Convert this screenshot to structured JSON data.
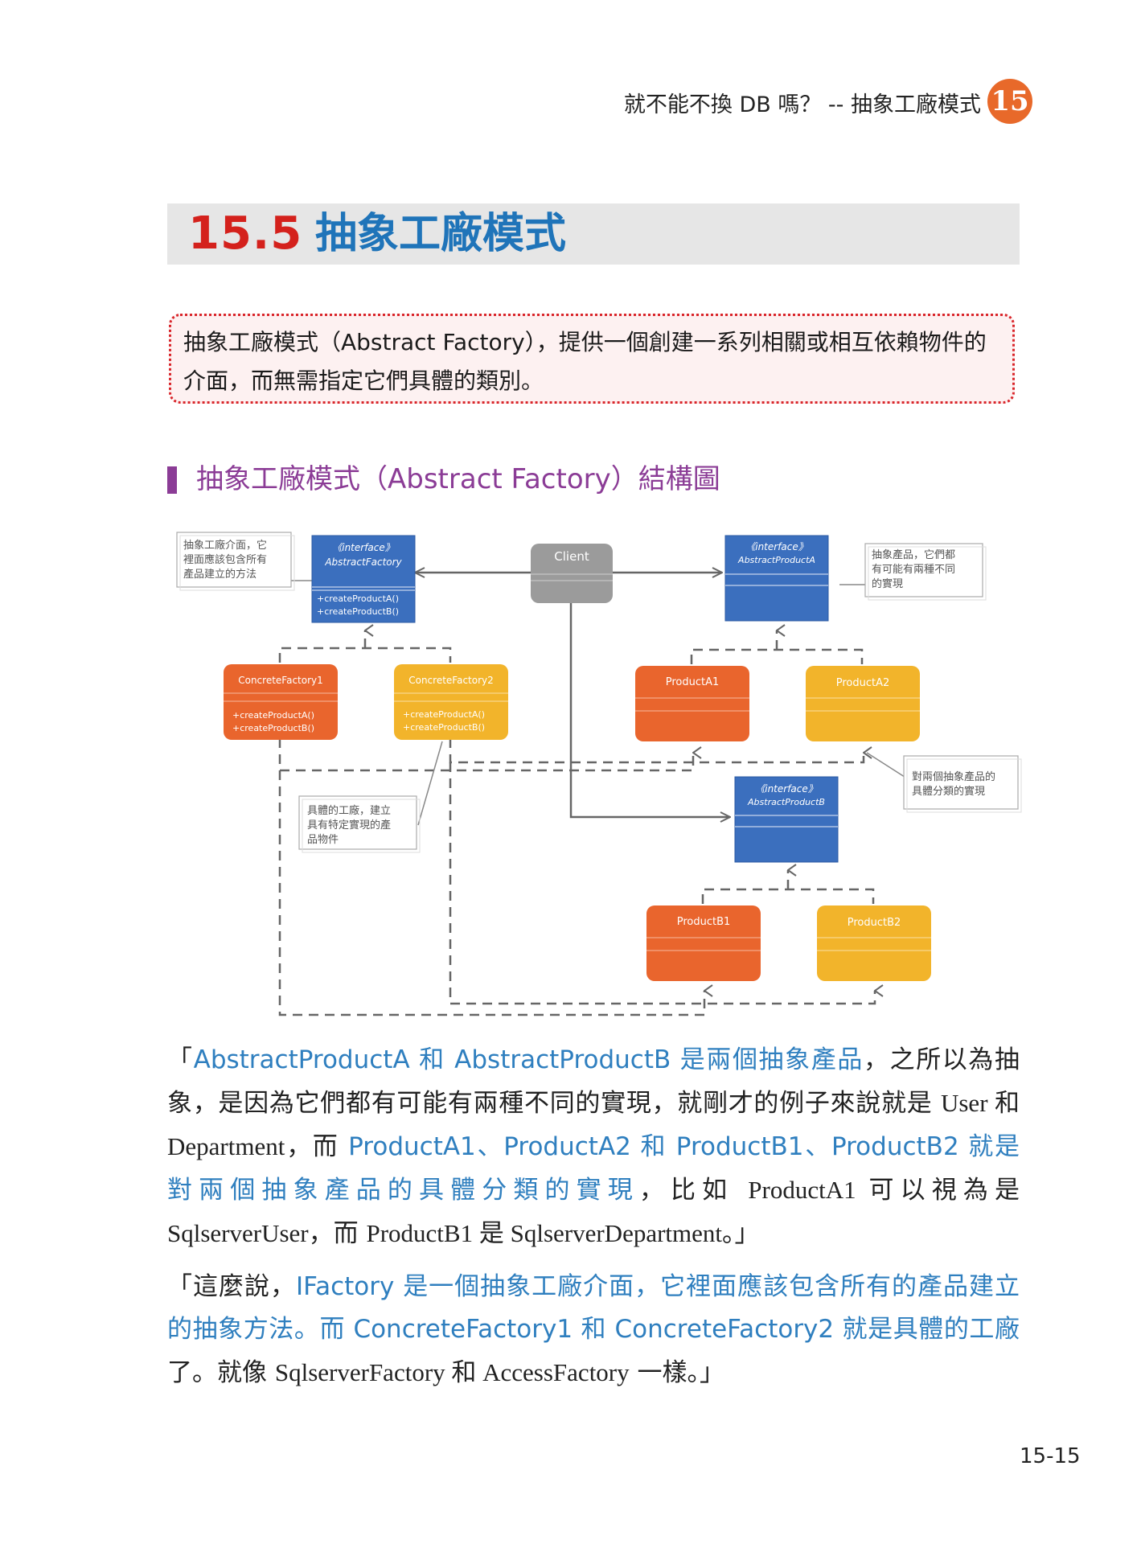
{
  "header": {
    "running_title": "就不能不換 DB 嗎？ -- 抽象工廠模式",
    "chapter_number": "15"
  },
  "section": {
    "number": "15.5",
    "title": "抽象工廠模式"
  },
  "definition": "抽象工廠模式（Abstract Factory），提供一個創建一系列相關或相互依賴物件的介面，而無需指定它們具體的類別。",
  "subheading": "抽象工廠模式（Abstract Factory）結構圖",
  "diagram": {
    "client": "Client",
    "abstract_factory": {
      "stereotype": "《interface》",
      "name": "AbstractFactory",
      "methods": [
        "+createProductA()",
        "+createProductB()"
      ]
    },
    "abstract_product_a": {
      "stereotype": "《interface》",
      "name": "AbstractProductA"
    },
    "abstract_product_b": {
      "stereotype": "《interface》",
      "name": "AbstractProductB"
    },
    "concrete_factory_1": {
      "name": "ConcreteFactory1",
      "methods": [
        "+createProductA()",
        "+createProductB()"
      ]
    },
    "concrete_factory_2": {
      "name": "ConcreteFactory2",
      "methods": [
        "+createProductA()",
        "+createProductB()"
      ]
    },
    "product_a1": "ProductA1",
    "product_a2": "ProductA2",
    "product_b1": "ProductB1",
    "product_b2": "ProductB2",
    "notes": {
      "abstract_factory": [
        "抽象工廠介面，它",
        "裡面應該包含所有",
        "產品建立的方法"
      ],
      "abstract_product": [
        "抽象產品，它們都",
        "有可能有兩種不同",
        "的實現"
      ],
      "concrete_products": [
        "對兩個抽象產品的",
        "具體分類的實現"
      ],
      "concrete_factories": [
        "具體的工廠，建立",
        "具有特定實現的產",
        "品物件"
      ]
    },
    "colors": {
      "blue": "#3b6fbe",
      "gray": "#9b9b9b",
      "orange": "#e9652d",
      "yellow": "#f2b42b",
      "line": "#666666"
    }
  },
  "paragraph_1": {
    "open_quote": "「",
    "seg1": "AbstractProductA 和 AbstractProductB 是兩個抽象產品",
    "seg2": "，之所以為抽象，是因為它們都有可能有兩種不同的實現，就剛才的例子來說就是 ",
    "seg3": "User 和 Department",
    "seg4": "，而 ",
    "seg5": "ProductA1、ProductA2 和 ProductB1、ProductB2 就是對兩個抽象產品的具體分類的實現",
    "seg6": "，比如 ",
    "seg7": "ProductA1 可以視為是 SqlserverUser",
    "seg8": "，而 ",
    "seg9": "ProductB1 是 SqlserverDepartment",
    "seg10": "。」"
  },
  "paragraph_2": {
    "seg1": "「這麼說，",
    "seg2": "IFactory 是一個抽象工廠介面，它裡面應該包含所有的產品建立的抽象方法。而 ConcreteFactory1 和 ConcreteFactory2 就是具體的工廠",
    "seg3": "了。就像 ",
    "seg4": "SqlserverFactory 和 AccessFactory",
    "seg5": " 一樣。」"
  },
  "page_number": "15-15"
}
